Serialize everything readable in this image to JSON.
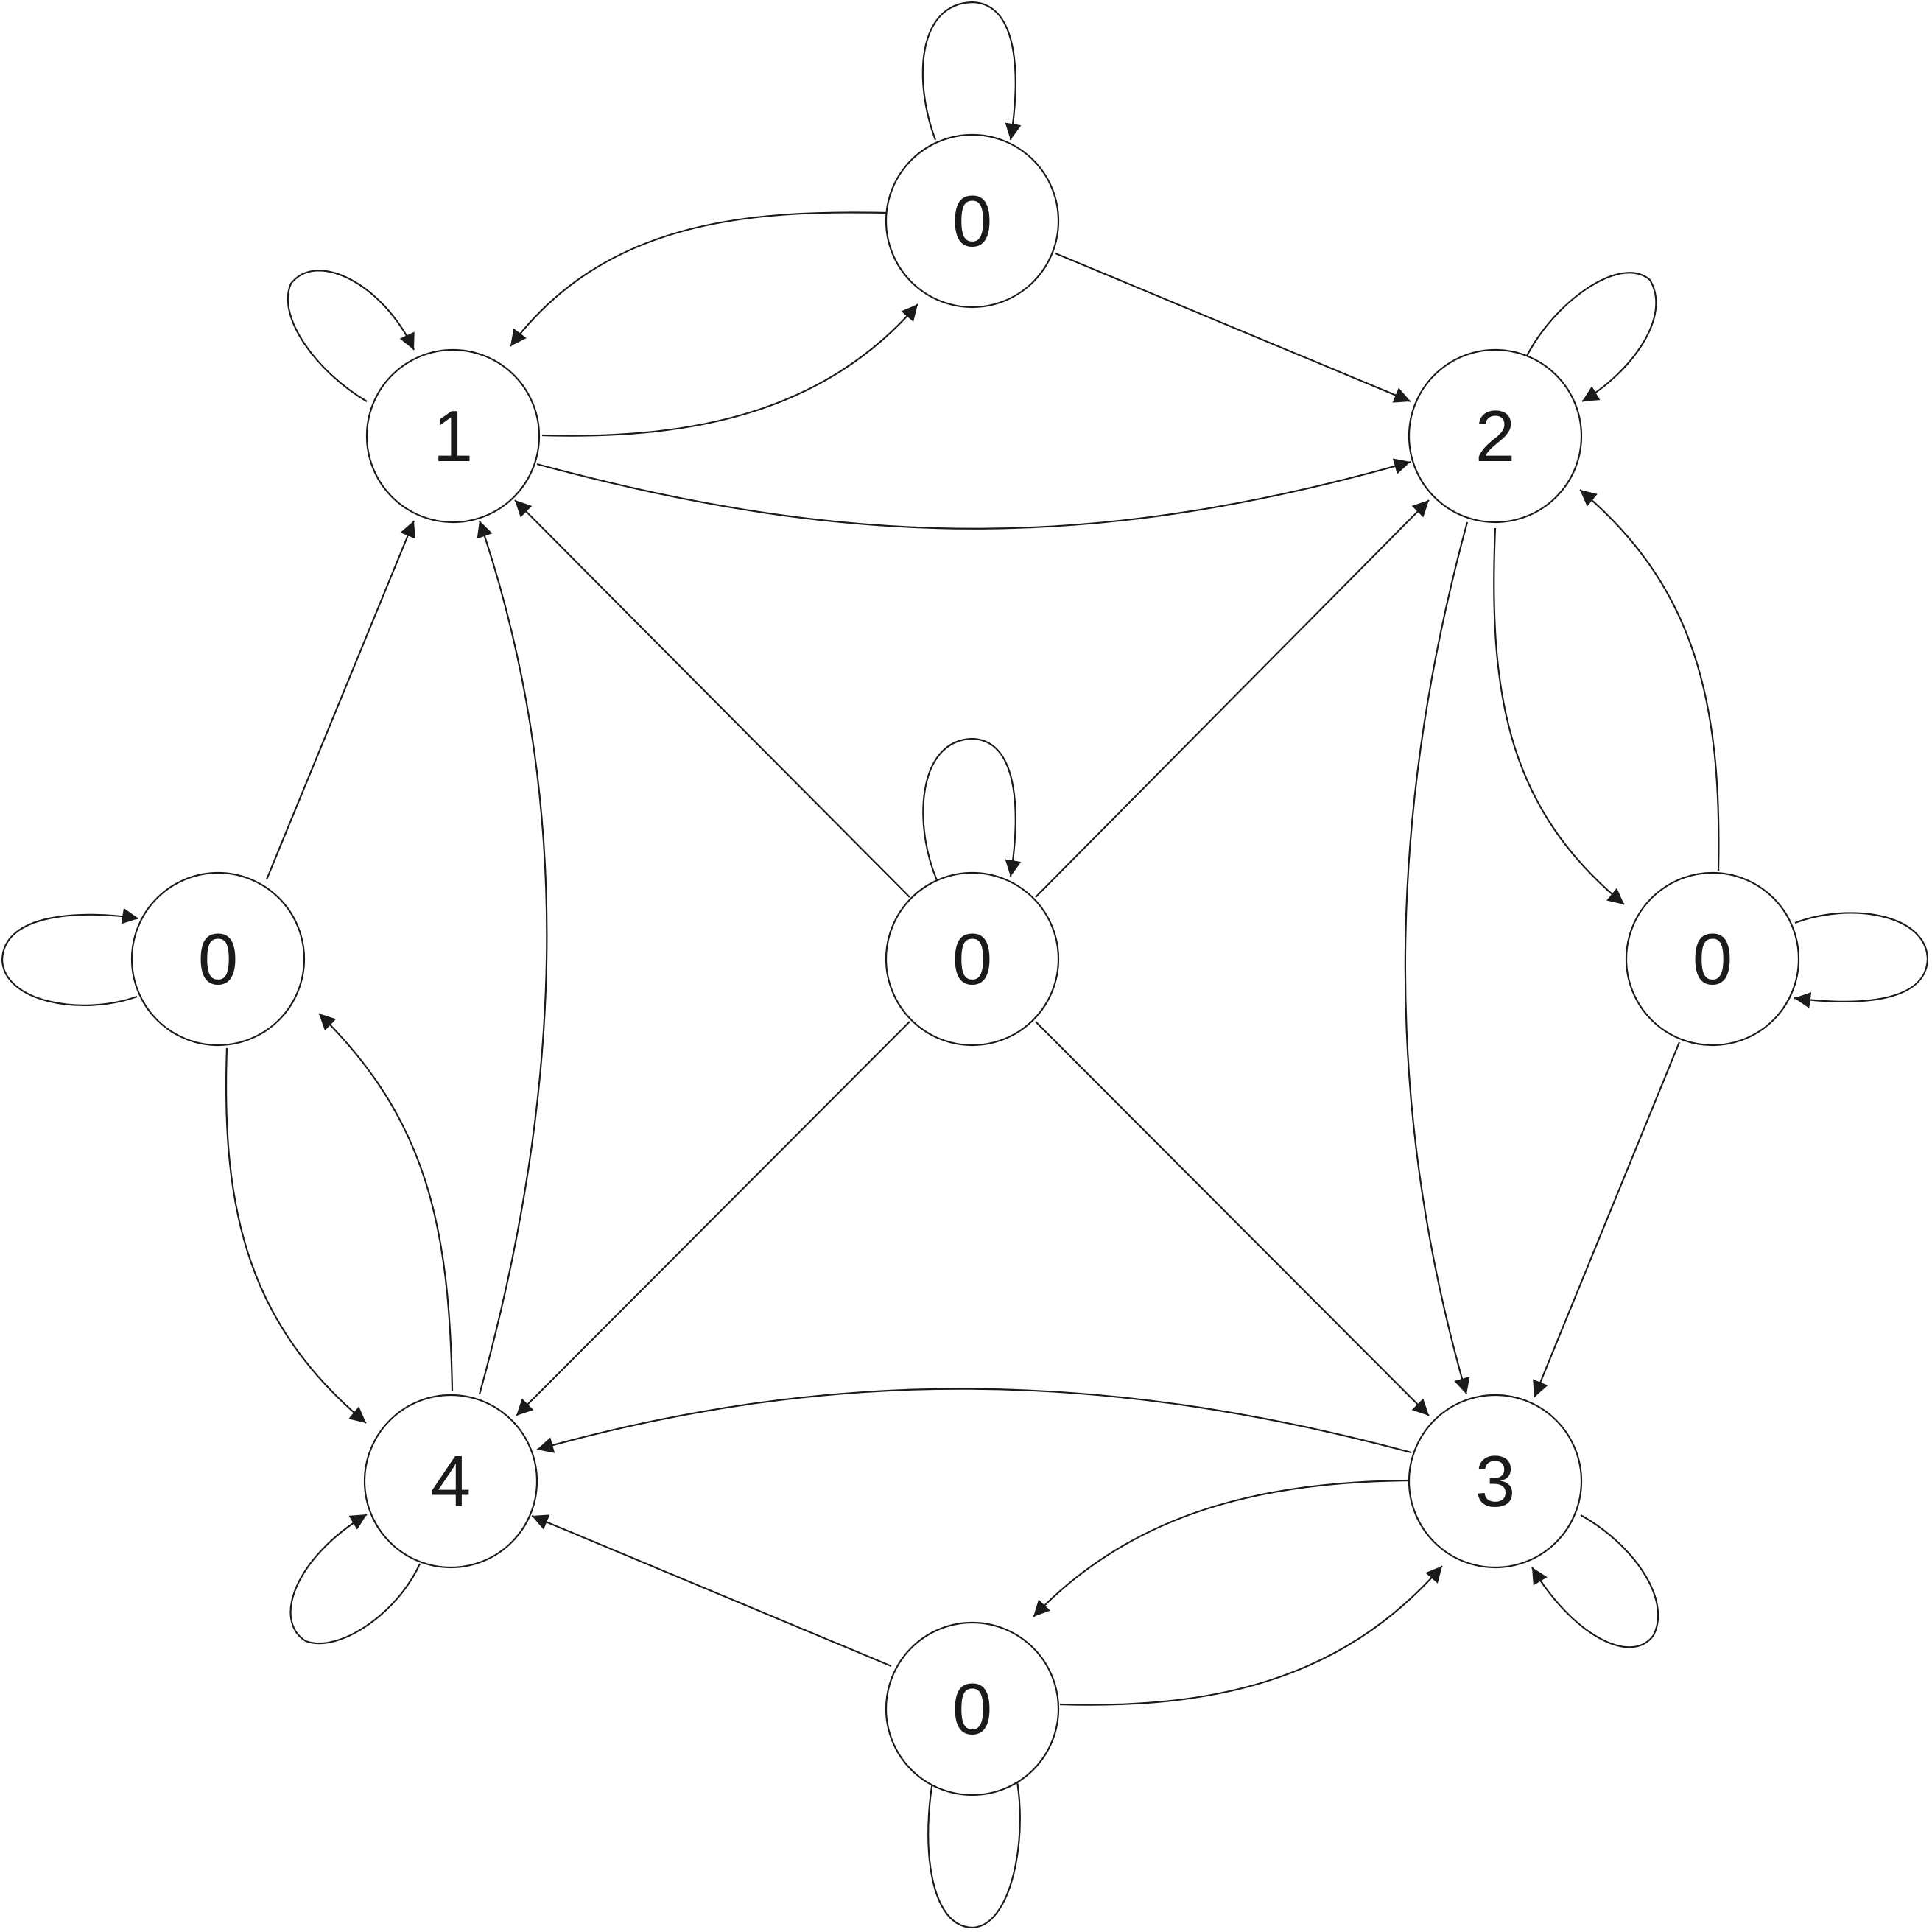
{
  "diagram": {
    "type": "directed-graph",
    "nodes": [
      {
        "id": "top",
        "label": "0"
      },
      {
        "id": "upper-left",
        "label": "1"
      },
      {
        "id": "upper-right",
        "label": "2"
      },
      {
        "id": "left",
        "label": "0"
      },
      {
        "id": "center",
        "label": "0"
      },
      {
        "id": "right",
        "label": "0"
      },
      {
        "id": "lower-left",
        "label": "4"
      },
      {
        "id": "lower-right",
        "label": "3"
      },
      {
        "id": "bottom",
        "label": "0"
      }
    ],
    "edges": [
      {
        "from": "top",
        "to": "top"
      },
      {
        "from": "top",
        "to": "upper-left"
      },
      {
        "from": "upper-left",
        "to": "top"
      },
      {
        "from": "top",
        "to": "upper-right"
      },
      {
        "from": "upper-left",
        "to": "upper-left"
      },
      {
        "from": "upper-left",
        "to": "upper-right"
      },
      {
        "from": "upper-right",
        "to": "upper-right"
      },
      {
        "from": "center",
        "to": "center"
      },
      {
        "from": "center",
        "to": "upper-left"
      },
      {
        "from": "center",
        "to": "upper-right"
      },
      {
        "from": "center",
        "to": "lower-left"
      },
      {
        "from": "center",
        "to": "lower-right"
      },
      {
        "from": "left",
        "to": "left"
      },
      {
        "from": "left",
        "to": "upper-left"
      },
      {
        "from": "left",
        "to": "lower-left"
      },
      {
        "from": "lower-left",
        "to": "left"
      },
      {
        "from": "lower-left",
        "to": "upper-left"
      },
      {
        "from": "upper-right",
        "to": "right"
      },
      {
        "from": "right",
        "to": "upper-right"
      },
      {
        "from": "right",
        "to": "right"
      },
      {
        "from": "right",
        "to": "lower-right"
      },
      {
        "from": "upper-right",
        "to": "lower-right"
      },
      {
        "from": "lower-right",
        "to": "lower-left"
      },
      {
        "from": "lower-right",
        "to": "bottom"
      },
      {
        "from": "bottom",
        "to": "lower-right"
      },
      {
        "from": "bottom",
        "to": "lower-left"
      },
      {
        "from": "lower-right",
        "to": "lower-right"
      },
      {
        "from": "lower-left",
        "to": "lower-left"
      },
      {
        "from": "bottom",
        "to": "bottom"
      }
    ]
  }
}
